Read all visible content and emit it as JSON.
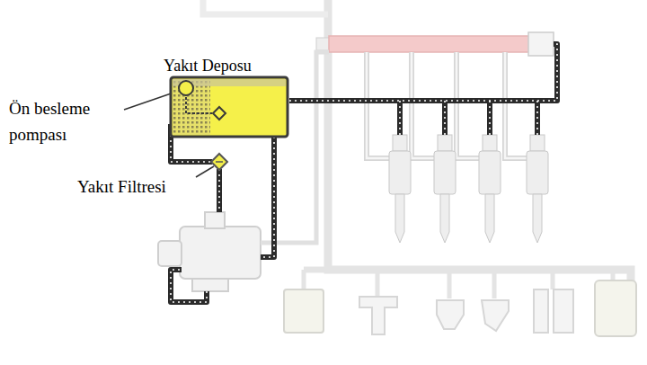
{
  "diagram": {
    "nodes": [
      {
        "text": [
          "Yakıt Deposu"
        ]
      }
    ],
    "labels": [
      "Ön besleme pompası",
      "Yakıt Filtresi"
    ]
  }
}
